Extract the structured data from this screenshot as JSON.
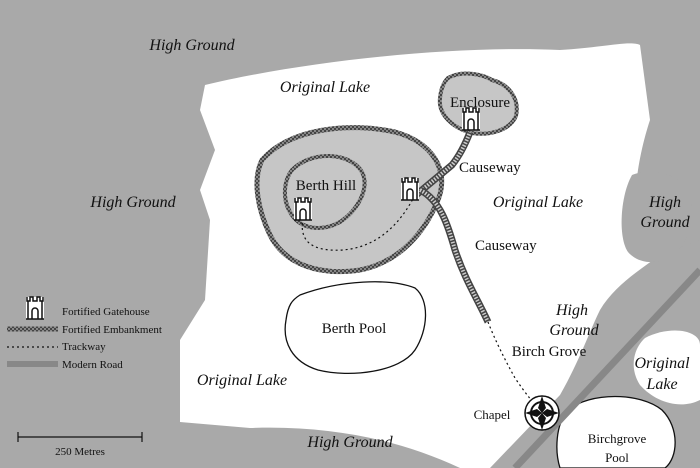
{
  "colors": {
    "high_ground": "#a9a9a9",
    "lake": "#ffffff",
    "island": "#c6c6c6",
    "embankment": "#555555",
    "road": "#888888",
    "text": "#111111"
  },
  "labels": {
    "high_ground": [
      "High Ground",
      "High Ground",
      "High Ground",
      "High",
      "Ground",
      "High",
      "Ground"
    ],
    "original_lake": [
      "Original Lake",
      "Original Lake",
      "Original Lake",
      "Original",
      "Lake"
    ],
    "berth_hill": "Berth Hill",
    "enclosure": "Enclosure",
    "causeway": [
      "Causeway",
      "Causeway"
    ],
    "berth_pool": "Berth Pool",
    "birch_grove": "Birch Grove",
    "chapel": "Chapel",
    "birchgrove_pool": [
      "Birchgrove",
      "Pool"
    ]
  },
  "legend": {
    "items": [
      {
        "icon": "gatehouse-icon",
        "label": "Fortified Gatehouse"
      },
      {
        "icon": "embankment-line",
        "label": "Fortified Embankment"
      },
      {
        "icon": "trackway-line",
        "label": "Trackway"
      },
      {
        "icon": "road-line",
        "label": "Modern Road"
      }
    ],
    "scale_label": "250 Metres"
  }
}
